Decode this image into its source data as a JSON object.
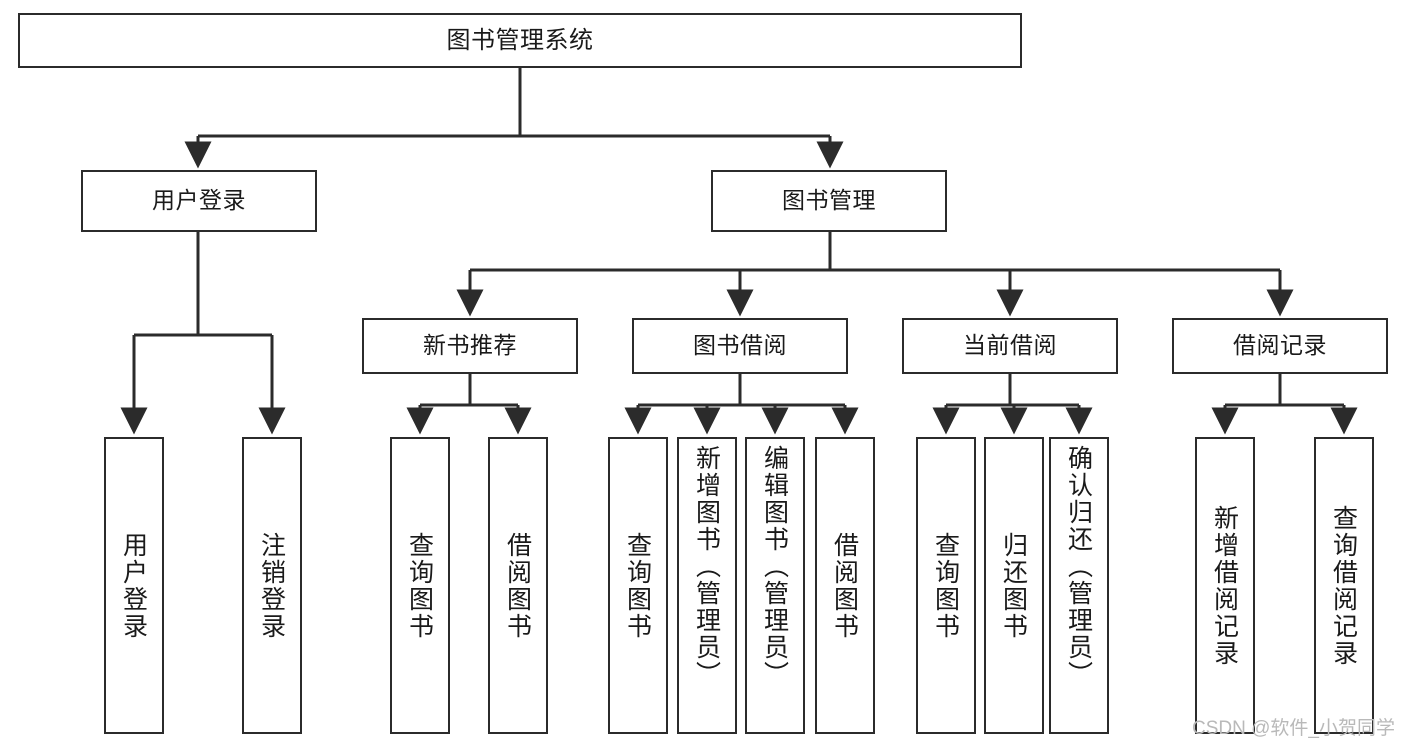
{
  "diagram": {
    "type": "hierarchy-tree",
    "title": "图书管理系统",
    "orientation": "top-down",
    "colors": {
      "stroke": "#2b2b2b",
      "fill": "#ffffff",
      "text": "#1a1a1a",
      "watermark": "#b9b9b9"
    },
    "levels": {
      "root": {
        "label": "图书管理系统"
      },
      "level1": [
        {
          "label": "用户登录"
        },
        {
          "label": "图书管理"
        }
      ],
      "level2": [
        {
          "label": "新书推荐"
        },
        {
          "label": "图书借阅"
        },
        {
          "label": "当前借阅"
        },
        {
          "label": "借阅记录"
        }
      ],
      "leaves": {
        "user_login": [
          {
            "label": "用户登录"
          },
          {
            "label": "注销登录"
          }
        ],
        "new_book_recommend": [
          {
            "label": "查询图书"
          },
          {
            "label": "借阅图书"
          }
        ],
        "book_borrow": [
          {
            "label": "查询图书"
          },
          {
            "label": "新增图书（管理员）"
          },
          {
            "label": "编辑图书（管理员）"
          },
          {
            "label": "借阅图书"
          }
        ],
        "current_borrow": [
          {
            "label": "查询图书"
          },
          {
            "label": "归还图书"
          },
          {
            "label": "确认归还（管理员）"
          }
        ],
        "borrow_record": [
          {
            "label": "新增借阅记录"
          },
          {
            "label": "查询借阅记录"
          }
        ]
      }
    }
  },
  "watermark": {
    "text": "CSDN @软件_小贺同学"
  }
}
